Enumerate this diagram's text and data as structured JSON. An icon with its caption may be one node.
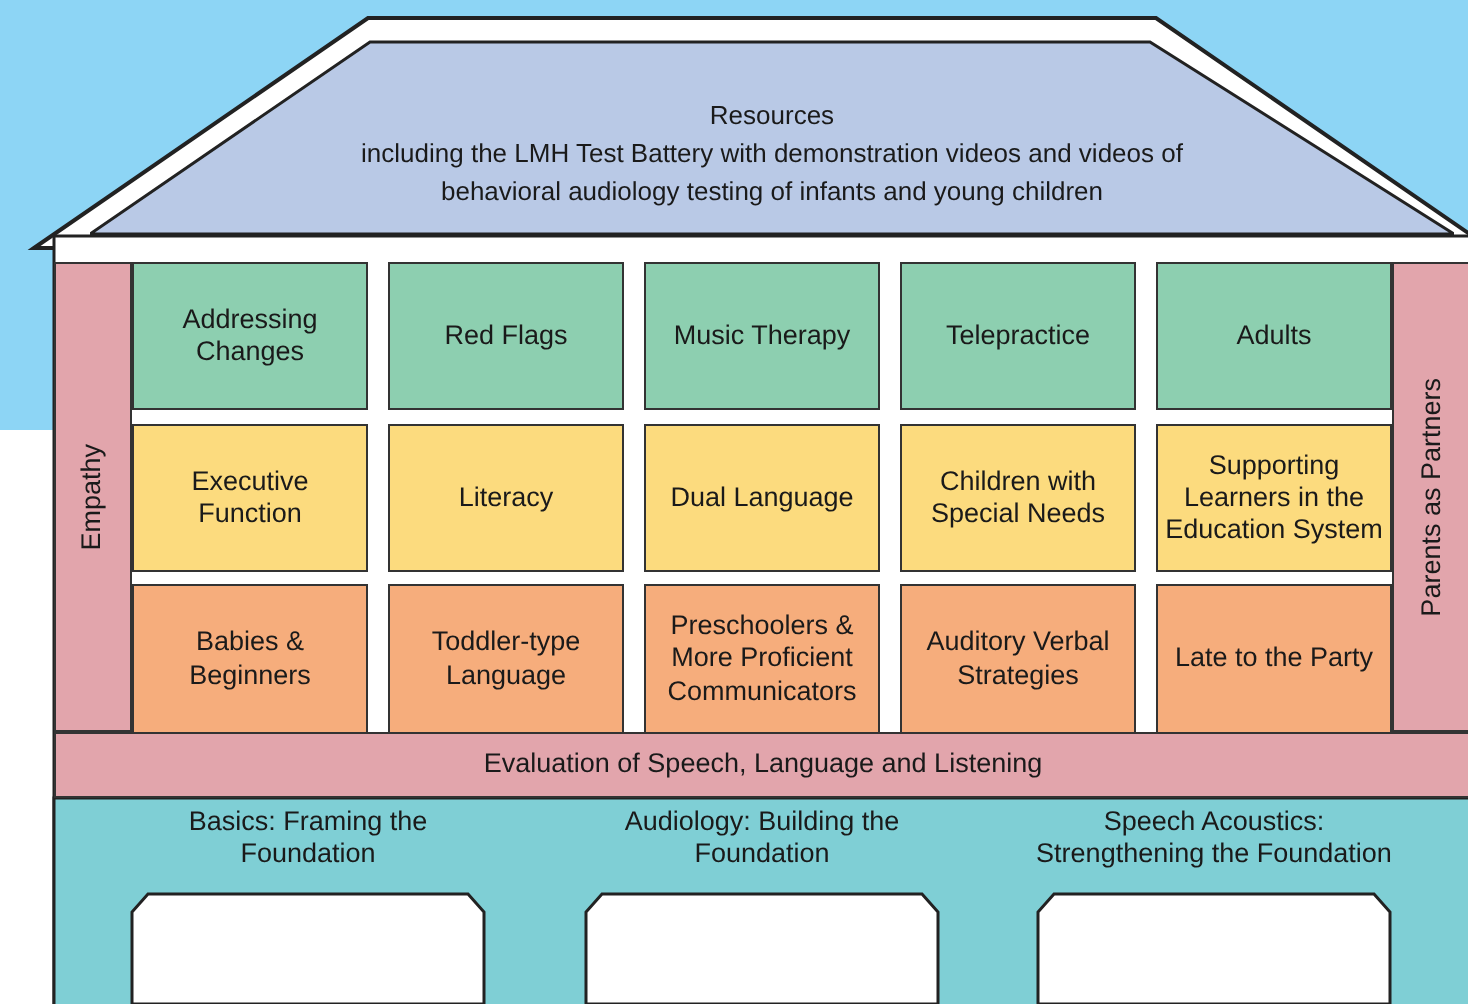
{
  "diagram": {
    "nodes": [
      {
        "text": [
          "Resources",
          "including the LMH Test Battery with demonstration videos and videos of behavioral audiology testing of infants and young children"
        ]
      },
      {
        "text": [
          "Empathy"
        ]
      },
      {
        "text": [
          "Parents as Partners"
        ]
      },
      {
        "text": [
          "Addressing Changes"
        ]
      },
      {
        "text": [
          "Red Flags"
        ]
      },
      {
        "text": [
          "Music Therapy"
        ]
      },
      {
        "text": [
          "Telepractice"
        ]
      },
      {
        "text": [
          "Adults"
        ]
      },
      {
        "text": [
          "Executive Function"
        ]
      },
      {
        "text": [
          "Literacy"
        ]
      },
      {
        "text": [
          "Dual Language"
        ]
      },
      {
        "text": [
          "Children with Special Needs"
        ]
      },
      {
        "text": [
          "Supporting Learners in the Education System"
        ]
      },
      {
        "text": [
          "Babies & Beginners"
        ]
      },
      {
        "text": [
          "Toddler-type Language"
        ]
      },
      {
        "text": [
          "Preschoolers & More Proficient Communicators"
        ]
      },
      {
        "text": [
          "Auditory Verbal Strategies"
        ]
      },
      {
        "text": [
          "Late to the Party"
        ]
      },
      {
        "text": [
          "Evaluation of Speech, Language and Listening"
        ]
      },
      {
        "text": [
          "Basics: Framing the Foundation"
        ]
      },
      {
        "text": [
          "Audiology: Building the Foundation"
        ]
      },
      {
        "text": [
          "Speech Acoustics: Strengthening the Foundation"
        ]
      }
    ],
    "edges": []
  }
}
